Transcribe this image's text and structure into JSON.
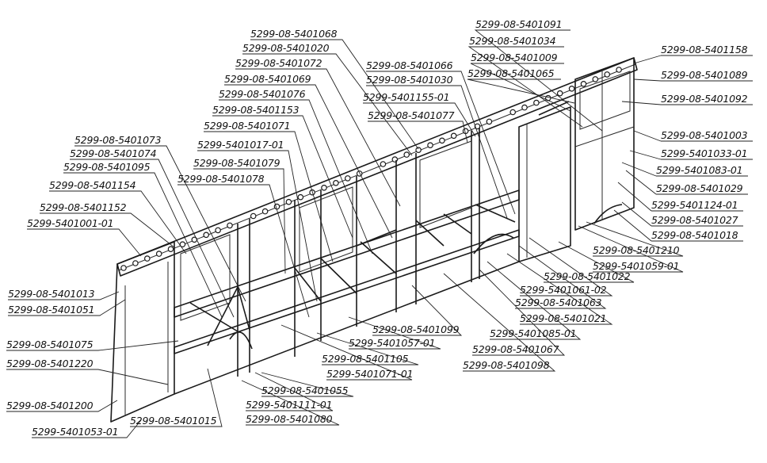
{
  "diagram": {
    "part_labels": [
      "5299-08-5401068",
      "5299-08-5401020",
      "5299-08-5401072",
      "5299-08-5401069",
      "5299-08-5401076",
      "5299-08-5401153",
      "5299-08-5401071",
      "5299-5401017-01",
      "5299-08-5401079",
      "5299-08-5401078",
      "5299-08-5401073",
      "5299-08-5401074",
      "5299-08-5401095",
      "5299-08-5401154",
      "5299-08-5401152",
      "5299-5401001-01",
      "5299-08-5401066",
      "5299-08-5401030",
      "5299-5401155-01",
      "5299-08-5401077",
      "5299-08-5401091",
      "5299-08-5401034",
      "5299-08-5401009",
      "5299-08-5401065",
      "5299-08-5401158",
      "5299-08-5401089",
      "5299-08-5401092",
      "5299-08-5401003",
      "5299-5401033-01",
      "5299-5401083-01",
      "5299-08-5401029",
      "5299-5401124-01",
      "5299-08-5401027",
      "5299-08-5401018",
      "5299-08-5401210",
      "5299-5401059-01",
      "5299-08-5401022",
      "5299-5401061-02",
      "5299-08-5401063",
      "5299-08-5401021",
      "5299-5401085-01",
      "5299-08-5401067",
      "5299-08-5401098",
      "5299-08-5401099",
      "5299-5401057-01",
      "5299-08-5401105",
      "5299-5401071-01",
      "5299-08-5401055",
      "5299-5401111-01",
      "5299-08-5401080",
      "5299-08-5401015",
      "5299-5401053-01",
      "5299-08-5401200",
      "5299-08-5401220",
      "5299-08-5401075",
      "5299-08-5401051",
      "5299-08-5401013"
    ]
  }
}
